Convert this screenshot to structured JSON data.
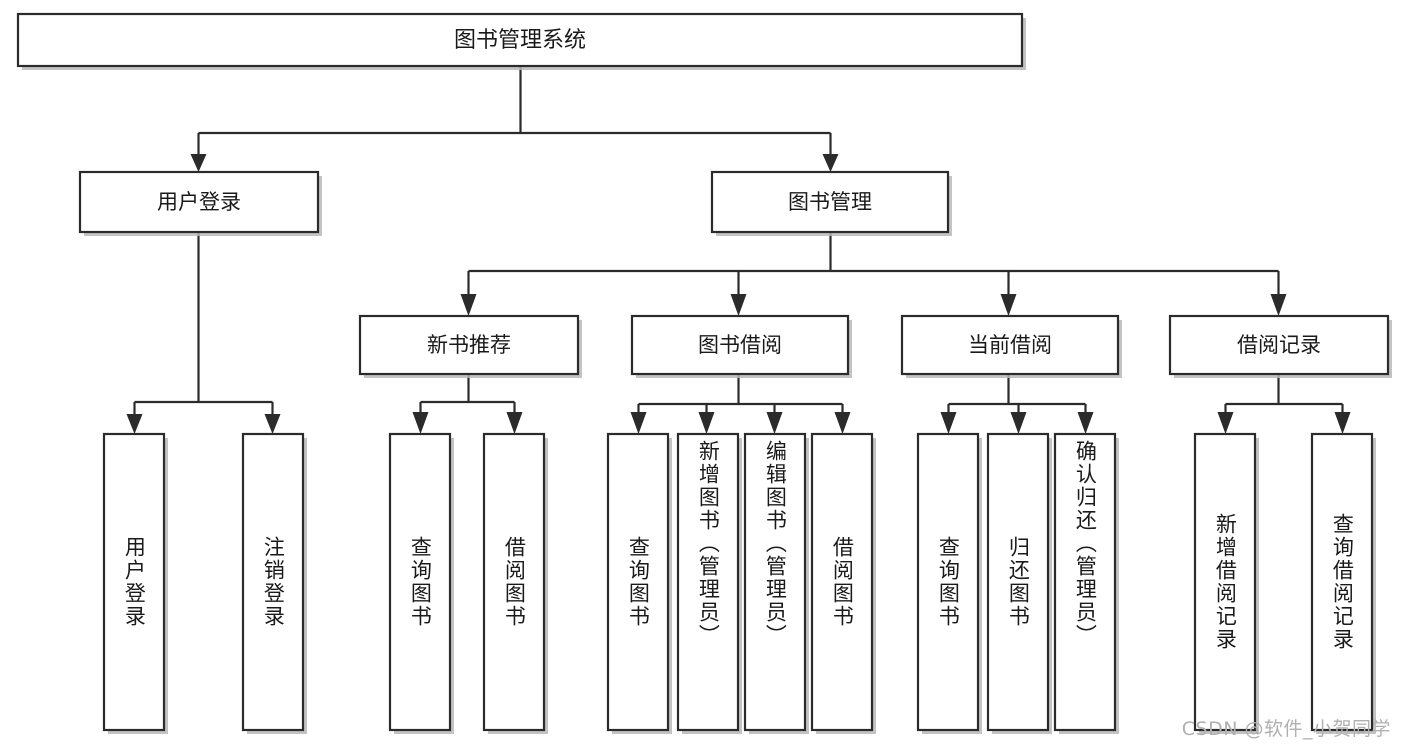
{
  "diagram": {
    "title": "图书管理系统",
    "type": "tree",
    "watermark": "CSDN @软件_小贺同学",
    "colors": {
      "stroke": "#2b2b2b",
      "fill": "#ffffff",
      "shadow": "#b9b9b9",
      "text": "#1a1a1a",
      "watermark": "#b0b0b0"
    },
    "levels": {
      "root": {
        "label": "图书管理系统"
      },
      "level2": [
        {
          "id": "user-login",
          "label": "用户登录"
        },
        {
          "id": "book-manage",
          "label": "图书管理"
        }
      ],
      "level3": [
        {
          "id": "new-book-recommend",
          "label": "新书推荐",
          "parent": "book-manage"
        },
        {
          "id": "book-borrow",
          "label": "图书借阅",
          "parent": "book-manage"
        },
        {
          "id": "current-borrow",
          "label": "当前借阅",
          "parent": "book-manage"
        },
        {
          "id": "borrow-record",
          "label": "借阅记录",
          "parent": "book-manage"
        }
      ],
      "leaves": [
        {
          "id": "leaf-user-login",
          "label": "用户登录",
          "parent": "user-login"
        },
        {
          "id": "leaf-logout",
          "label": "注销登录",
          "parent": "user-login"
        },
        {
          "id": "leaf-query-book-1",
          "label": "查询图书",
          "parent": "new-book-recommend"
        },
        {
          "id": "leaf-borrow-book-1",
          "label": "借阅图书",
          "parent": "new-book-recommend"
        },
        {
          "id": "leaf-query-book-2",
          "label": "查询图书",
          "parent": "book-borrow"
        },
        {
          "id": "leaf-add-book",
          "label": "新增图书（管理员）",
          "parent": "book-borrow"
        },
        {
          "id": "leaf-edit-book",
          "label": "编辑图书（管理员）",
          "parent": "book-borrow"
        },
        {
          "id": "leaf-borrow-book-2",
          "label": "借阅图书",
          "parent": "book-borrow"
        },
        {
          "id": "leaf-query-book-3",
          "label": "查询图书",
          "parent": "current-borrow"
        },
        {
          "id": "leaf-return-book",
          "label": "归还图书",
          "parent": "current-borrow"
        },
        {
          "id": "leaf-confirm-return",
          "label": "确认归还（管理员）",
          "parent": "current-borrow"
        },
        {
          "id": "leaf-add-record",
          "label": "新增借阅记录",
          "parent": "borrow-record"
        },
        {
          "id": "leaf-query-record",
          "label": "查询借阅记录",
          "parent": "borrow-record"
        }
      ]
    }
  }
}
